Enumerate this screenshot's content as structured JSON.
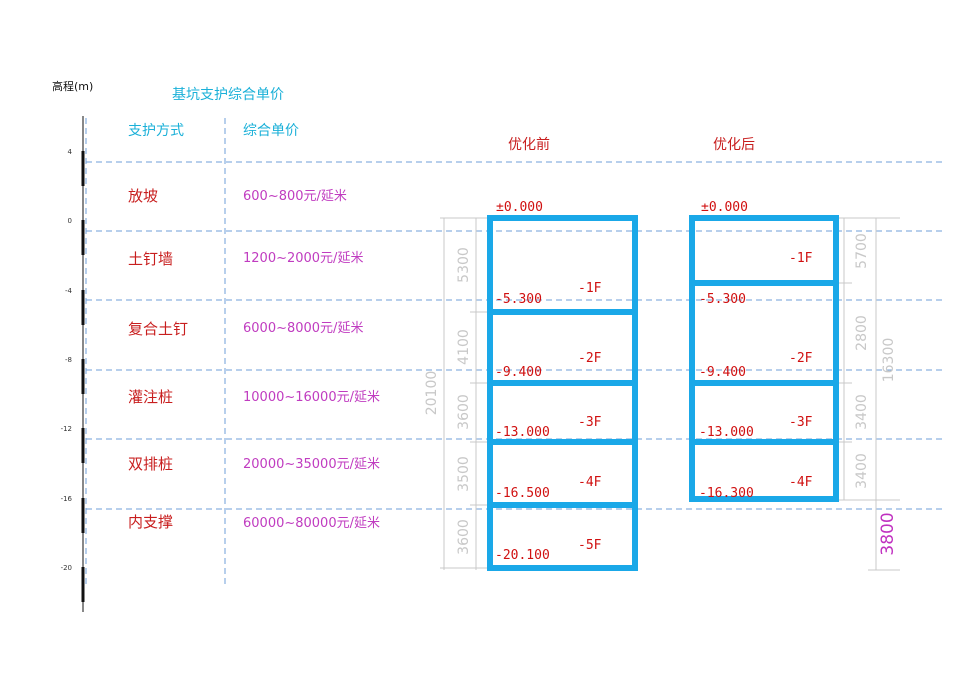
{
  "colors": {
    "axis": "#111111",
    "tick_label": "#333333",
    "title_cyan": "#1ab0d8",
    "method_red": "#c81e1e",
    "price_magenta": "#c03cc0",
    "frame_blue": "#1aa8e8",
    "dash_blue": "#6f9fd8",
    "dim_gray": "#c8c8c8",
    "highlight_magenta": "#c030c0",
    "elev_red": "#d01010"
  },
  "axis": {
    "label": "高程(m)",
    "ticks": [
      "4",
      "0",
      "-4",
      "-8",
      "-12",
      "-16",
      "-20"
    ]
  },
  "table": {
    "title": "基坑支护综合单价",
    "header_method": "支护方式",
    "header_price": "综合单价",
    "rows": [
      {
        "method": "放坡",
        "price": "600~800元/延米"
      },
      {
        "method": "土钉墙",
        "price": "1200~2000元/延米"
      },
      {
        "method": "复合土钉",
        "price": "6000~8000元/延米"
      },
      {
        "method": "灌注桩",
        "price": "10000~16000元/延米"
      },
      {
        "method": "双排桩",
        "price": "20000~35000元/延米"
      },
      {
        "method": "内支撑",
        "price": "60000~80000元/延米"
      }
    ]
  },
  "before": {
    "title": "优化前",
    "top_level": "±0.000",
    "levels": [
      "-5.300",
      "-9.400",
      "-13.000",
      "-16.500",
      "-20.100"
    ],
    "floors": [
      "-1F",
      "-2F",
      "-3F",
      "-4F",
      "-5F"
    ],
    "dims": [
      "5300",
      "4100",
      "3600",
      "3500",
      "3600"
    ],
    "total_dim": "20100"
  },
  "after": {
    "title": "优化后",
    "top_level": "±0.000",
    "levels": [
      "-5.300",
      "-9.400",
      "-13.000",
      "-16.300"
    ],
    "floors": [
      "-1F",
      "-2F",
      "-3F",
      "-4F"
    ],
    "dims": [
      "5700",
      "2800",
      "3400",
      "3400"
    ],
    "total_dim": "16300",
    "saved_dim": "3800"
  }
}
